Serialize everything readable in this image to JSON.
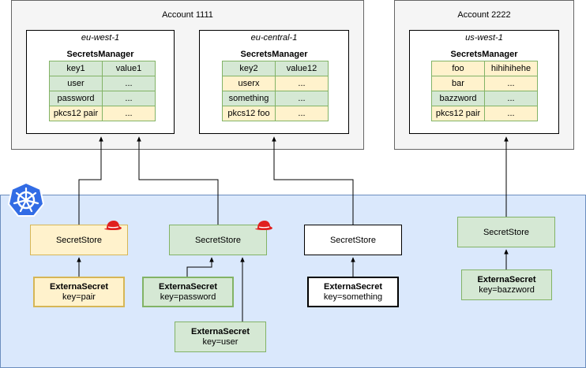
{
  "accounts": [
    {
      "title": "Account 1111"
    },
    {
      "title": "Account 2222"
    }
  ],
  "regions": [
    {
      "name": "eu-west-1",
      "service": "SecretsManager",
      "rows": [
        [
          "key1",
          "value1"
        ],
        [
          "user",
          "..."
        ],
        [
          "password",
          "..."
        ],
        [
          "pkcs12 pair",
          "..."
        ]
      ],
      "colors": [
        "g",
        "g",
        "g",
        "y"
      ]
    },
    {
      "name": "eu-central-1",
      "service": "SecretsManager",
      "rows": [
        [
          "key2",
          "value12"
        ],
        [
          "userx",
          "..."
        ],
        [
          "something",
          "..."
        ],
        [
          "pkcs12 foo",
          "..."
        ]
      ],
      "colors": [
        "g",
        "y",
        "g",
        "y"
      ]
    },
    {
      "name": "us-west-1",
      "service": "SecretsManager",
      "rows": [
        [
          "foo",
          "hihihihehe"
        ],
        [
          "bar",
          "..."
        ],
        [
          "bazzword",
          "..."
        ],
        [
          "pkcs12 pair",
          "..."
        ]
      ],
      "colors": [
        "y",
        "y",
        "g",
        "y"
      ]
    }
  ],
  "stores": [
    {
      "label": "SecretStore",
      "color": "yellow"
    },
    {
      "label": "SecretStore",
      "color": "green"
    },
    {
      "label": "SecretStore",
      "color": "white"
    },
    {
      "label": "SecretStore",
      "color": "green"
    }
  ],
  "externals": [
    {
      "title": "ExternaSecret",
      "key": "key=pair"
    },
    {
      "title": "ExternaSecret",
      "key": "key=password"
    },
    {
      "title": "ExternaSecret",
      "key": "key=user"
    },
    {
      "title": "ExternaSecret",
      "key": "key=something"
    },
    {
      "title": "ExternaSecret",
      "key": "key=bazzword"
    }
  ],
  "colors": {
    "account_bg": "#f5f5f5",
    "k8s_bg": "#dae8fc",
    "k8s_border": "#6c8ebf",
    "green_fill": "#d5e8d4",
    "green_stroke": "#82b366",
    "yellow_fill": "#fff2cc",
    "yellow_stroke": "#d6b656",
    "k8s_logo": "#326ce5",
    "hat": "#e0201f"
  },
  "icons": {
    "cluster": "kubernetes-helm-icon",
    "store_badge": "red-hat-icon"
  }
}
